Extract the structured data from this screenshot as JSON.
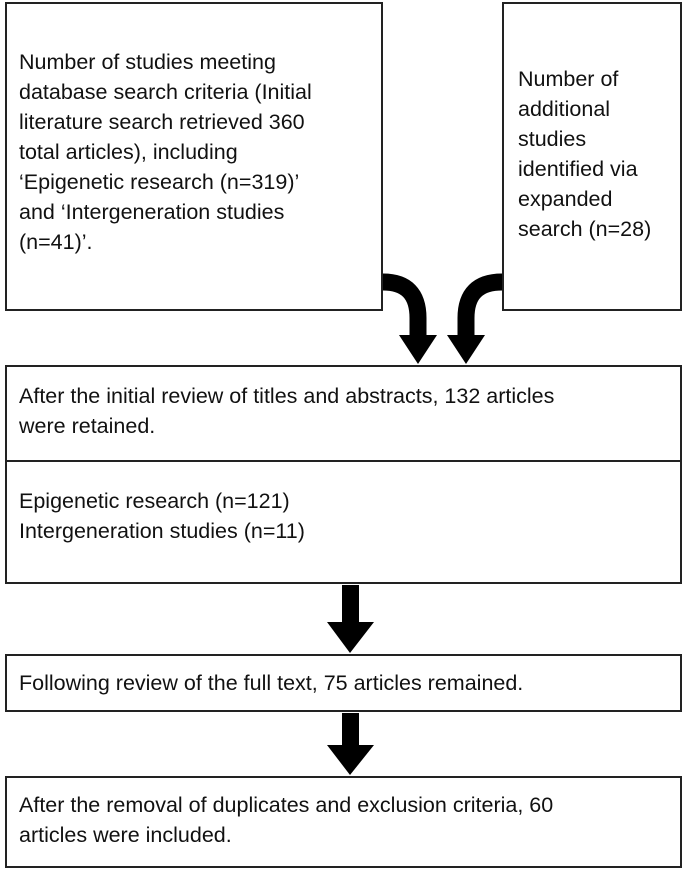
{
  "boxes": {
    "initial_search": {
      "lines": [
        "Number of studies meeting",
        "database search criteria (Initial",
        "literature search retrieved 360",
        "total articles), including",
        "‘Epigenetic research (n=319)’",
        "and ‘Intergeneration studies",
        "(n=41)’."
      ]
    },
    "additional_search": {
      "lines": [
        "Number of",
        "additional",
        "studies",
        "identified via",
        "expanded",
        "search (n=28)"
      ]
    },
    "title_abstract_review": {
      "lines": [
        "After the initial review of titles and abstracts, 132 articles",
        "were retained."
      ]
    },
    "category_breakdown": {
      "lines": [
        "Epigenetic research (n=121)",
        "Intergeneration studies (n=11)"
      ]
    },
    "full_text_review": {
      "lines": [
        "Following review of the full text, 75 articles remained."
      ]
    },
    "final_inclusion": {
      "lines": [
        "After the removal of duplicates and exclusion criteria, 60",
        "articles were included."
      ]
    }
  },
  "colors": {
    "border": "#222222",
    "arrow": "#000000",
    "background": "#ffffff"
  }
}
